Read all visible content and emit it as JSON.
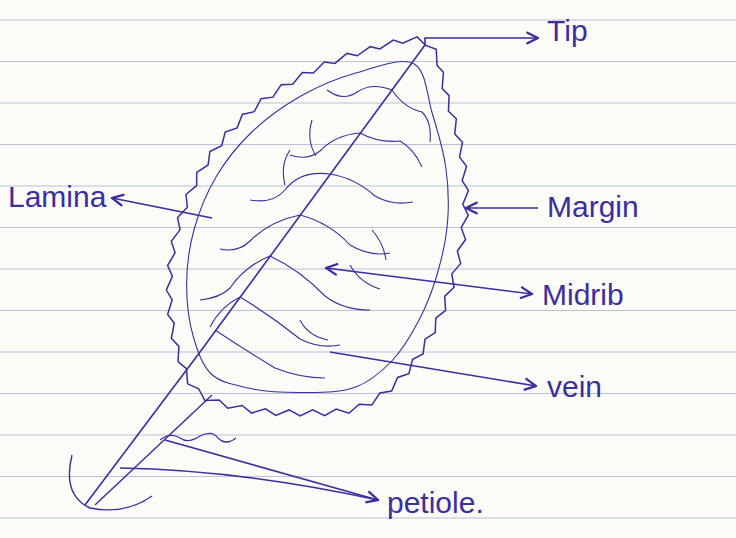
{
  "diagram": {
    "labels": [
      "Tip",
      "Lamina",
      "Margin",
      "Midrib",
      "vein",
      "petiole."
    ]
  }
}
